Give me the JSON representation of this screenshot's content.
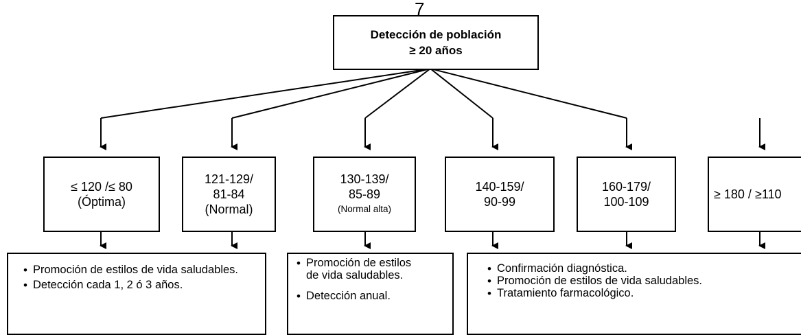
{
  "page_number": "7",
  "root": {
    "line1": "Detección de población",
    "line2_symbol": "≥",
    "line2_rest": " 20 años"
  },
  "categories": [
    {
      "line1_a": "≤",
      "line1_b": " 120 /",
      "line1_c": "≤",
      "line1_d": " 80",
      "line2": "(Óptima)"
    },
    {
      "line1": "121-129/",
      "line2": "81-84",
      "line3": "(Normal)"
    },
    {
      "line1": "130-139/",
      "line2": "85-89",
      "line3": "(Normal alta)"
    },
    {
      "line1": "140-159/",
      "line2": "90-99"
    },
    {
      "line1": "160-179/",
      "line2": "100-109"
    },
    {
      "line1_a": "≥",
      "line1_b": " 180 / ",
      "line1_c": "≥",
      "line1_d": "110"
    }
  ],
  "recommendations": [
    {
      "items": [
        "Promoción de estilos de vida saludables.",
        "Detección cada 1, 2 ó  3 años."
      ]
    },
    {
      "items": [
        "Promoción de estilos de vida saludables.",
        "Detección anual."
      ]
    },
    {
      "items": [
        "Confirmación diagnóstica.",
        "Promoción de estilos de vida saludables.",
        "Tratamiento farmacológico."
      ]
    }
  ]
}
